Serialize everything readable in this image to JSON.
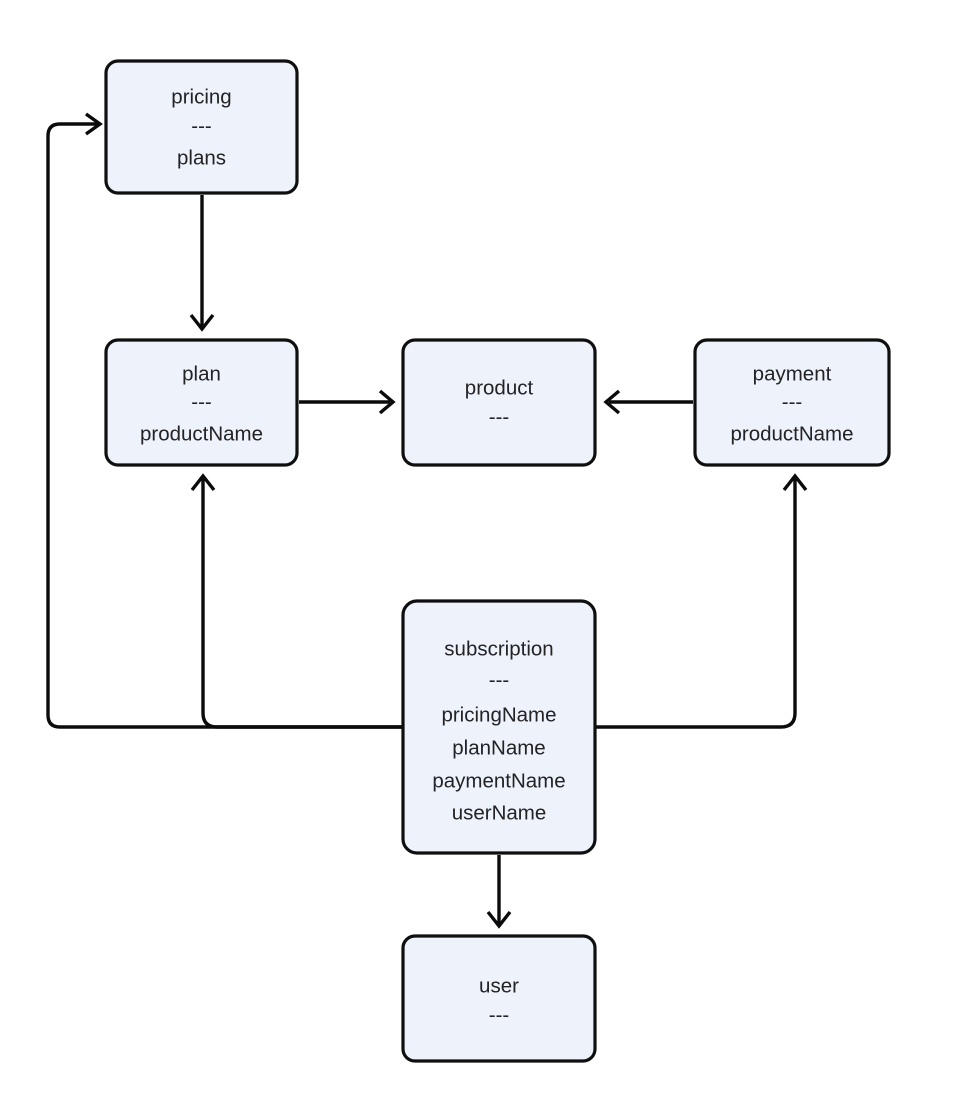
{
  "diagram": {
    "kind": "entity-relationship-graph",
    "separator": "---",
    "colors": {
      "node_fill": "#eef2fb",
      "node_border": "#0f0f10",
      "edge": "#0b0b0c",
      "text": "#232326",
      "background": "#ffffff"
    },
    "nodes": [
      {
        "id": "pricing",
        "title": "pricing",
        "separator": "---",
        "fields": [
          "plans"
        ]
      },
      {
        "id": "plan",
        "title": "plan",
        "separator": "---",
        "fields": [
          "productName"
        ]
      },
      {
        "id": "product",
        "title": "product",
        "separator": "---",
        "fields": []
      },
      {
        "id": "payment",
        "title": "payment",
        "separator": "---",
        "fields": [
          "productName"
        ]
      },
      {
        "id": "subscription",
        "title": "subscription",
        "separator": "---",
        "fields": [
          "pricingName",
          "planName",
          "paymentName",
          "userName"
        ]
      },
      {
        "id": "user",
        "title": "user",
        "separator": "---",
        "fields": []
      }
    ],
    "edges": [
      {
        "from": "pricing",
        "to": "plan",
        "direction": "down"
      },
      {
        "from": "plan",
        "to": "product",
        "direction": "right"
      },
      {
        "from": "payment",
        "to": "product",
        "direction": "left"
      },
      {
        "from": "subscription",
        "to": "pricing",
        "direction": "left-loop-up"
      },
      {
        "from": "subscription",
        "to": "plan",
        "direction": "left-up"
      },
      {
        "from": "subscription",
        "to": "payment",
        "direction": "right-up"
      },
      {
        "from": "subscription",
        "to": "user",
        "direction": "down"
      }
    ]
  }
}
